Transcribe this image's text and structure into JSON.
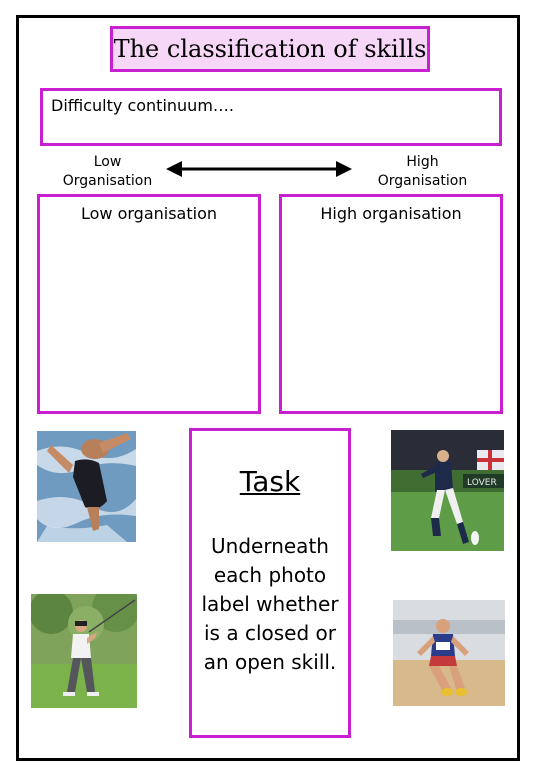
{
  "title": "The classification of skills",
  "continuum": {
    "heading": "Difficulty continuum…."
  },
  "scale": {
    "low_label": "Low Organisation",
    "high_label": "High Organisation",
    "arrow_icon": "double-headed-arrow"
  },
  "columns": {
    "low_heading": "Low organisation",
    "high_heading": "High organisation"
  },
  "task": {
    "title": "Task",
    "body": "Underneath each photo label whether is a closed or an open skill."
  },
  "photos": [
    {
      "subject": "swimmer",
      "icon": "swimmer-photo"
    },
    {
      "subject": "golfer",
      "icon": "golfer-photo"
    },
    {
      "subject": "rugby kicker",
      "icon": "rugby-kicker-photo"
    },
    {
      "subject": "long jumper",
      "icon": "long-jumper-photo"
    }
  ],
  "colors": {
    "accent": "#c81fd0",
    "title_fill": "#f7d7f7",
    "border": "#000000"
  }
}
